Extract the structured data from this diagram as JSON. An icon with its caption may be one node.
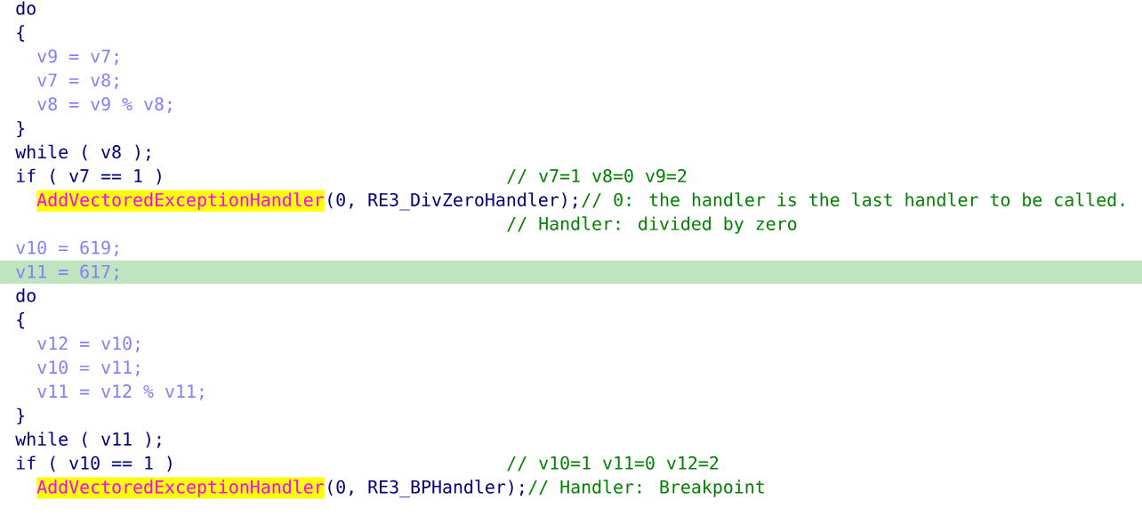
{
  "diagram": {
    "labels": [
      "do",
      "{",
      "v9 = v7;",
      "v7 = v8;",
      "v8 = v9 % v8;",
      "}",
      "while ( v8 );",
      "if ( v7 == 1 )",
      "// v7=1 v8=0 v9=2",
      "AddVectoredExceptionHandler",
      "(0, RE3_DivZeroHandler);",
      "// 0: the handler is the last handler to be called.",
      "// Handler: divided by zero",
      "v10 = 619;",
      "v11 = 617;",
      "do",
      "{",
      "v12 = v10;",
      "v10 = v11;",
      "v11 = v12 % v11;",
      "}",
      "while ( v11 );",
      "if ( v10 == 1 )",
      "// v10=1 v11=0 v12=2",
      "AddVectoredExceptionHandler",
      "(0, RE3_BPHandler);",
      "// Handler: Breakpoint"
    ]
  }
}
